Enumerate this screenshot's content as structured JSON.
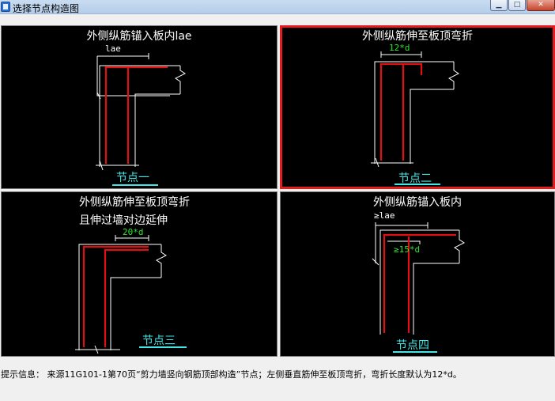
{
  "window": {
    "title": "选择节点构造图",
    "min_glyph": "▁",
    "max_glyph": "□",
    "close_glyph": "✕"
  },
  "nodes": [
    {
      "title": "外侧纵筋锚入板内lae",
      "dim": "lae",
      "label": "节点一",
      "selected": false
    },
    {
      "title": "外侧纵筋伸至板顶弯折",
      "dim": "12*d",
      "label": "节点二",
      "selected": true
    },
    {
      "title": "外侧纵筋伸至板顶弯折",
      "title_line2": "且伸过墙对边延伸",
      "dim": "20*d",
      "label": "节点三",
      "selected": false
    },
    {
      "title": "外侧纵筋锚入板内",
      "dim": "≥lae",
      "dim2": "≥15*d",
      "label": "节点四",
      "selected": false
    }
  ],
  "hint": "提示信息： 来源11G101-1第70页“剪力墙竖向钢筋顶部构造”节点；左侧垂直筋伸至板顶弯折，弯折长度默认为12*d。",
  "colors": {
    "rebar": "#e01010",
    "outline": "#ffffff",
    "dim_green": "#2fe62f",
    "node_label": "#41e6e6",
    "selected_border": "#e61c1c"
  }
}
